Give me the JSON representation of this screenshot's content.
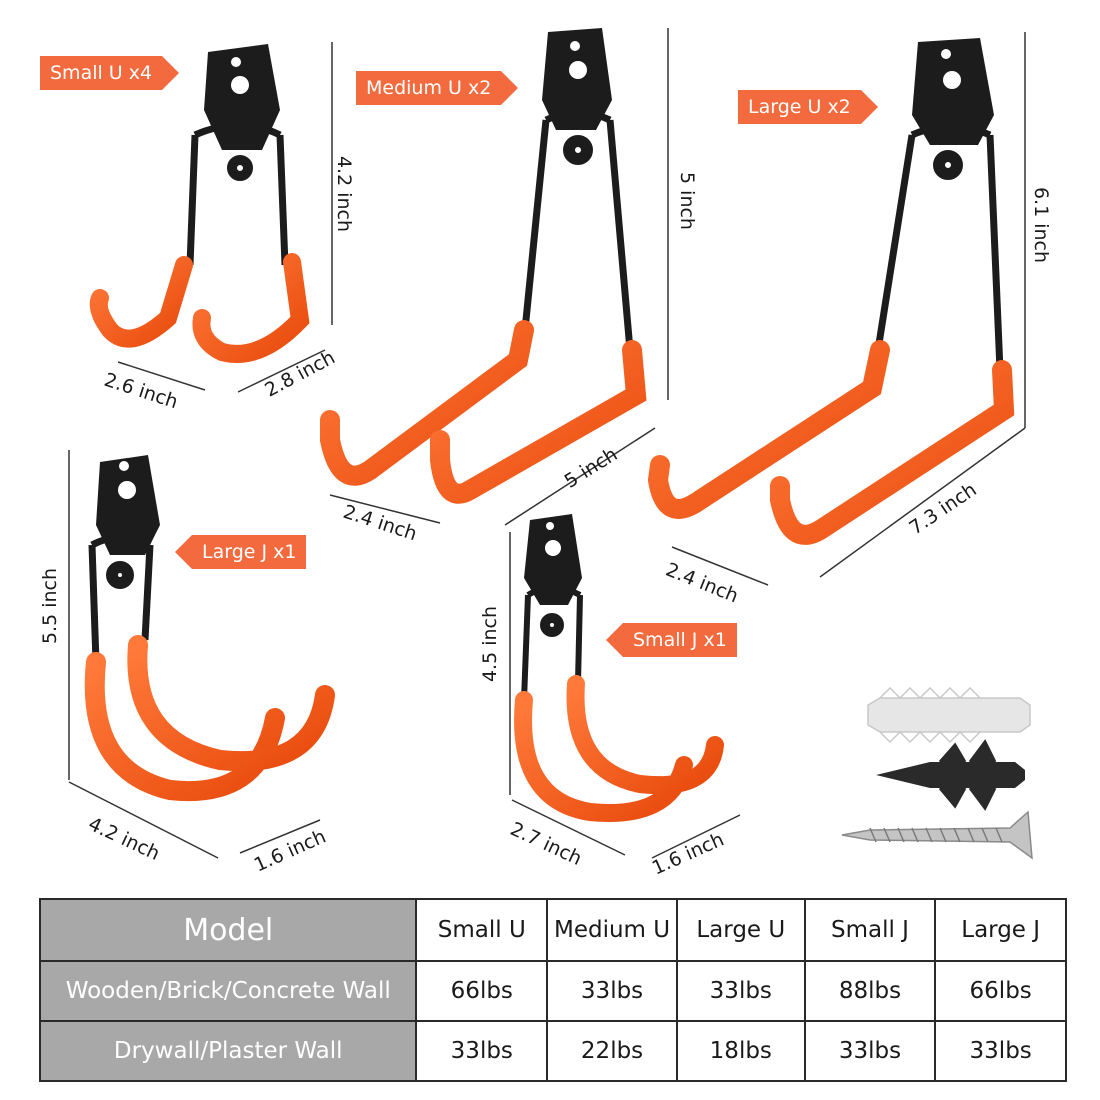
{
  "labels": {
    "small_u": "Small U x4",
    "medium_u": "Medium U x2",
    "large_u": "Large U x2",
    "large_j": "Large J x1",
    "small_j": "Small J x1"
  },
  "dimensions": {
    "small_u_height": "4.2 inch",
    "small_u_depth": "2.6 inch",
    "small_u_width": "2.8 inch",
    "medium_u_height": "5 inch",
    "medium_u_depth": "2.4 inch",
    "medium_u_width": "5 inch",
    "large_u_height": "6.1 inch",
    "large_u_depth": "2.4 inch",
    "large_u_width": "7.3 inch",
    "large_j_height": "5.5 inch",
    "large_j_depth": "4.2 inch",
    "large_j_width": "1.6 inch",
    "small_j_height": "4.5 inch",
    "small_j_depth": "2.7 inch",
    "small_j_width": "1.6 inch"
  },
  "table": {
    "header": [
      "Model",
      "Small U",
      "Medium U",
      "Large U",
      "Small J",
      "Large J"
    ],
    "rows": [
      {
        "label": "Wooden/Brick/Concrete Wall",
        "values": [
          "66lbs",
          "33lbs",
          "33lbs",
          "88lbs",
          "66lbs"
        ]
      },
      {
        "label": "Drywall/Plaster Wall",
        "values": [
          "33lbs",
          "22lbs",
          "18lbs",
          "33lbs",
          "33lbs"
        ]
      }
    ]
  },
  "colors": {
    "accent": "#f26a3d",
    "hook_coating": "#ff5a14",
    "hook_metal": "#1c1c1c",
    "table_header": "#a8a8a8"
  },
  "icons": [
    "wall-anchor-icon",
    "drywall-anchor-icon",
    "screw-icon"
  ]
}
